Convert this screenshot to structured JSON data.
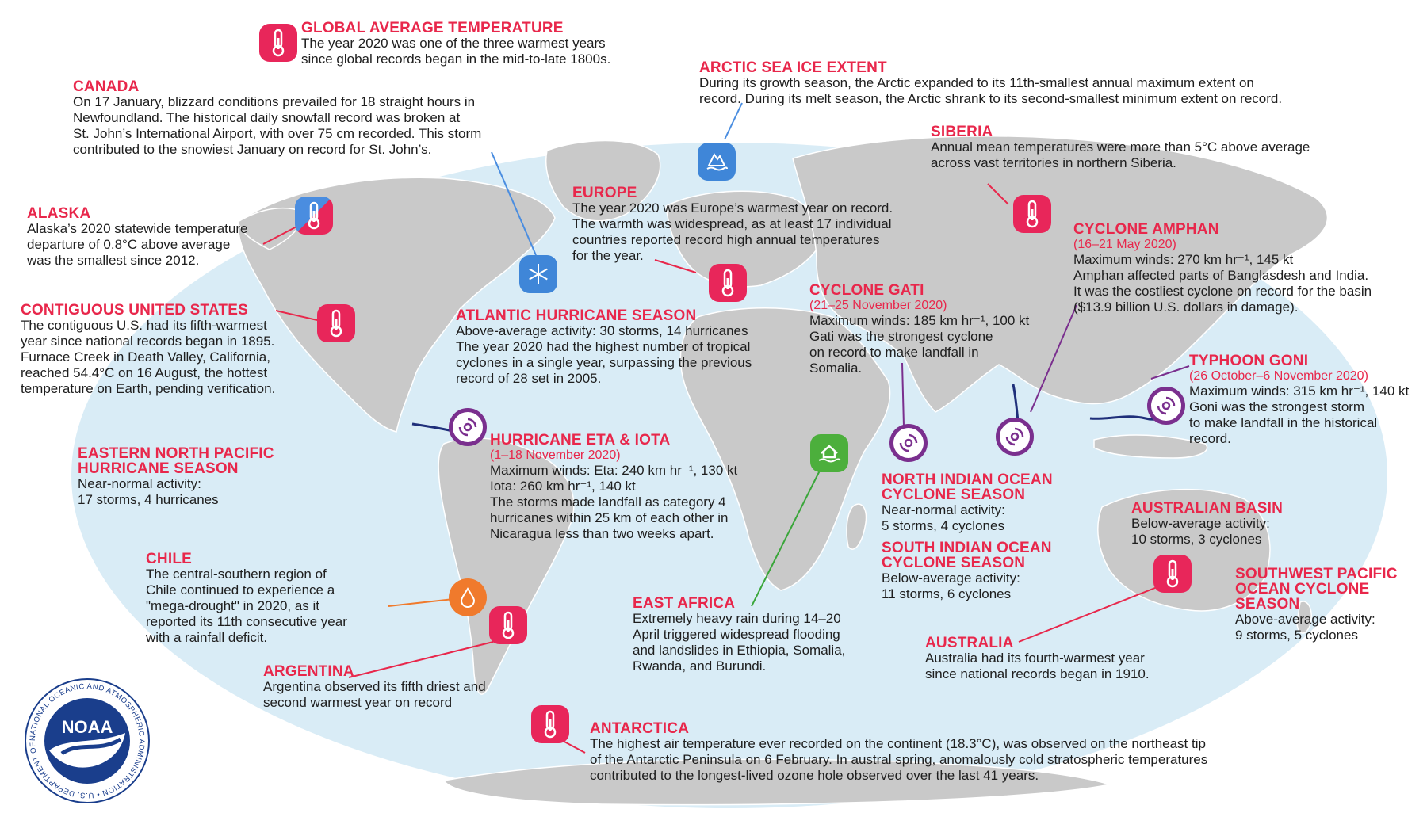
{
  "colors": {
    "title": "#e8274b",
    "ocean": "#d9ecf6",
    "land": "#c9c9c9",
    "thermometer": "#e8265a",
    "purple": "#7a2f8e",
    "green": "#3aa63a",
    "blue": "#3f86d8",
    "orange": "#f07a2c",
    "noaa_blue": "#1a3e8c"
  },
  "callouts": {
    "global": {
      "title": "GLOBAL AVERAGE TEMPERATURE",
      "text": "The year 2020 was one of the three warmest years\nsince global records began in the mid-to-late 1800s."
    },
    "canada": {
      "title": "CANADA",
      "text": "On 17 January, blizzard conditions prevailed for 18 straight hours in\nNewfoundland. The historical daily snowfall record was broken at\nSt. John’s International Airport, with over 75 cm recorded. This storm\ncontributed to the snowiest January on record for St. John’s."
    },
    "arctic": {
      "title": "ARCTIC SEA ICE EXTENT",
      "text": "During its growth season, the Arctic expanded to its 11th-smallest annual maximum extent on\nrecord. During its melt season, the Arctic shrank to its second-smallest minimum extent on record."
    },
    "siberia": {
      "title": "SIBERIA",
      "text": "Annual mean temperatures were more than 5°C above average\nacross vast territories in northern Siberia."
    },
    "alaska": {
      "title": "ALASKA",
      "text": "Alaska’s 2020 statewide temperature\ndeparture of 0.8°C above average\nwas the smallest since 2012."
    },
    "europe": {
      "title": "EUROPE",
      "text": "The year 2020 was Europe’s warmest year on record.\nThe warmth was widespread, as at least 17 individual\ncountries reported record high annual temperatures\nfor the year."
    },
    "amphan": {
      "title": "CYCLONE AMPHAN",
      "subtitle": "(16–21 May 2020)",
      "text": "Maximum winds: 270 km hr⁻¹, 145 kt\nAmphan affected parts of Banglasdesh and India.\nIt was the costliest cyclone on record for the basin\n($13.9 billion U.S. dollars in damage)."
    },
    "contiguous": {
      "title": "CONTIGUOUS UNITED STATES",
      "text": "The contiguous U.S. had its fifth-warmest\nyear since national records began in 1895.\nFurnace Creek in Death Valley, California,\nreached 54.4°C on 16 August, the hottest\n temperature on Earth, pending verification."
    },
    "gati": {
      "title": "CYCLONE GATI",
      "subtitle": "(21–25 November 2020)",
      "text": "Maximum winds: 185 km hr⁻¹, 100 kt\nGati was the strongest cyclone\non record to make landfall in\nSomalia."
    },
    "atlantic": {
      "title": "ATLANTIC HURRICANE SEASON",
      "text": "Above-average activity: 30 storms, 14 hurricanes\nThe year 2020 had the highest number of tropical\ncyclones in a single year, surpassing the previous\nrecord of 28 set in 2005."
    },
    "goni": {
      "title": "TYPHOON GONI",
      "subtitle": "(26 October–6 November 2020)",
      "text": "Maximum winds: 315 km hr⁻¹, 140 kt\nGoni was the strongest storm\nto make landfall in the historical\nrecord."
    },
    "eta": {
      "title": "HURRICANE ETA & IOTA",
      "subtitle": "(1–18 November 2020)",
      "text": "Maximum winds: Eta: 240 km hr⁻¹, 130 kt\nIota: 260 km hr⁻¹, 140 kt\nThe storms made landfall as category 4\nhurricanes within 25 km of each other in\nNicaragua less than two weeks apart."
    },
    "enp": {
      "title": "EASTERN NORTH PACIFIC\nHURRICANE SEASON",
      "text": "Near-normal activity:\n17 storms, 4 hurricanes"
    },
    "nio": {
      "title": "NORTH INDIAN OCEAN\nCYCLONE SEASON",
      "text": "Near-normal activity:\n5 storms, 4 cyclones"
    },
    "aus_basin": {
      "title": "AUSTRALIAN BASIN",
      "text": "Below-average activity:\n10 storms, 3 cyclones"
    },
    "sio": {
      "title": "SOUTH INDIAN OCEAN\nCYCLONE SEASON",
      "text": "Below-average activity:\n11 storms, 6 cyclones"
    },
    "chile": {
      "title": "CHILE",
      "text": "The central-southern region of\nChile continued to experience a\n\"mega-drought\" in 2020, as it\nreported its 11th consecutive year\nwith a rainfall deficit."
    },
    "east_africa": {
      "title": "EAST AFRICA",
      "text": "Extremely heavy rain during 14–20\nApril triggered widespread flooding\nand landslides in Ethiopia, Somalia,\nRwanda, and Burundi."
    },
    "swp": {
      "title": "SOUTHWEST PACIFIC\nOCEAN CYCLONE\nSEASON",
      "text": "Above-average activity:\n9 storms, 5 cyclones"
    },
    "australia": {
      "title": "AUSTRALIA",
      "text": "Australia had its fourth-warmest year\nsince national records began in 1910."
    },
    "argentina": {
      "title": "ARGENTINA",
      "text": "Argentina observed its fifth driest and\nsecond warmest year on record"
    },
    "antarctica": {
      "title": "ANTARCTICA",
      "text": "The highest air temperature ever recorded on the continent (18.3°C), was observed on the northeast tip\nof the Antarctic Peninsula on 6 February.  In austral spring, anomalously cold stratospheric temperatures\ncontributed to the longest-lived ozone hole observed over the last 41 years."
    }
  },
  "logo": {
    "ring_text": "NATIONAL OCEANIC AND ATMOSPHERIC ADMINISTRATION • U.S. DEPARTMENT OF COMMERCE •",
    "center_text": "NOAA"
  }
}
